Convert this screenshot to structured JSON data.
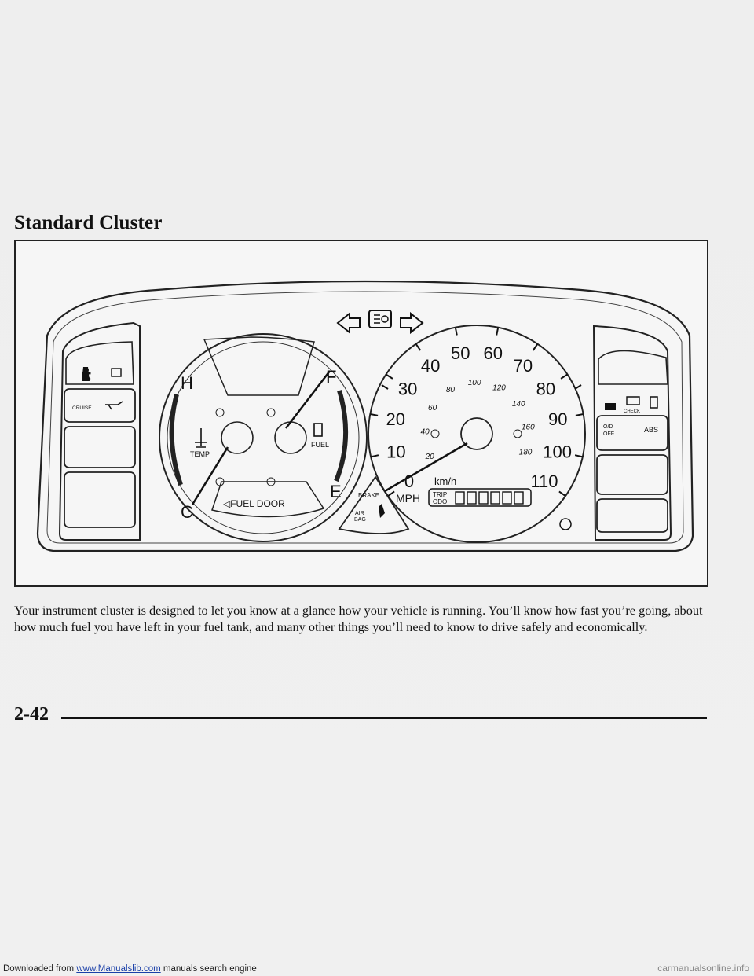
{
  "footer": {
    "prefix": "Downloaded from ",
    "link": "www.Manualslib.com",
    "suffix": " manuals search engine",
    "right": "carmanualsonline.info"
  },
  "section": {
    "title": "Standard Cluster"
  },
  "cluster": {
    "left_gauge": {
      "hot": "H",
      "cold": "C",
      "full": "F",
      "empty": "E",
      "temp_label": "TEMP",
      "fuel_label": "FUEL",
      "fuel_door": "◁FUEL DOOR"
    },
    "speedometer": {
      "mph_ticks": [
        "0",
        "10",
        "20",
        "30",
        "40",
        "50",
        "60",
        "70",
        "80",
        "90",
        "100",
        "110"
      ],
      "kmh_ticks": [
        "20",
        "40",
        "60",
        "80",
        "100",
        "120",
        "140",
        "160",
        "180"
      ],
      "kmh_label": "km/h",
      "mph_label": "MPH",
      "trip_label": "TRIP",
      "odo_label": "ODO"
    },
    "center_lights": {
      "brake": "BRAKE",
      "air": "AIR",
      "bag": "BAG"
    },
    "left_panel": {
      "cruise": "CRUISE"
    },
    "right_panel": {
      "check": "CHECK",
      "od": "O/D",
      "off": "OFF",
      "abs": "ABS"
    }
  },
  "body": {
    "paragraph": "Your instrument cluster is designed to let you know at a glance how your vehicle is running. You’ll know how fast you’re going, about how much fuel you have left in your fuel tank, and many other things you’ll need to know to drive safely and economically."
  },
  "page": {
    "number": "2-42"
  }
}
